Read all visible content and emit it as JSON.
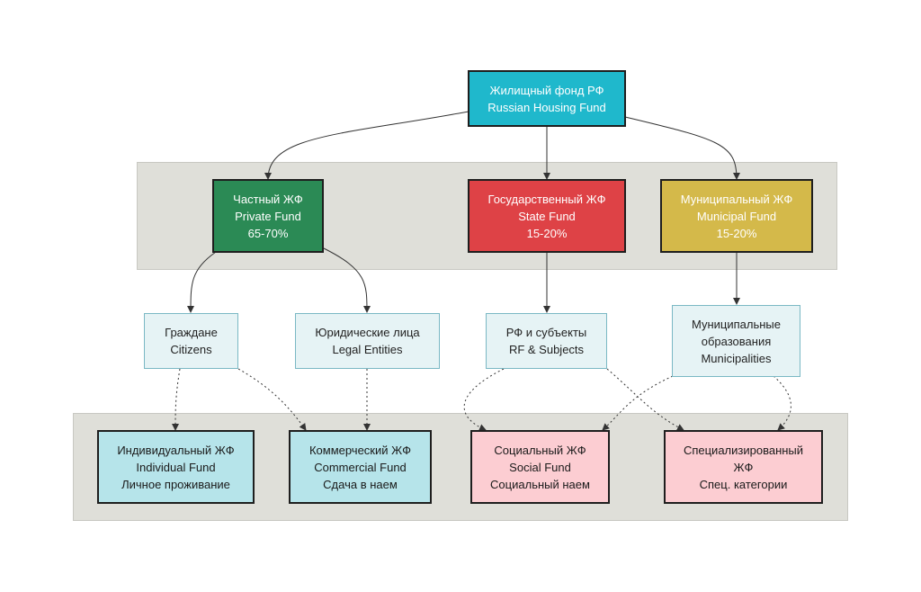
{
  "colors": {
    "root": "#1fb8cc",
    "private": "#2b8a55",
    "state": "#de4246",
    "municipal": "#d4b94a",
    "owner": "#e6f3f5",
    "usage_blue": "#b6e4ea",
    "usage_pink": "#fccdd2"
  },
  "root": {
    "lines": [
      "Жилищный фонд РФ",
      "Russian Housing Fund"
    ]
  },
  "ownership": {
    "private": {
      "lines": [
        "Частный ЖФ",
        "Private Fund",
        "65-70%"
      ]
    },
    "state": {
      "lines": [
        "Государственный ЖФ",
        "State Fund",
        "15-20%"
      ]
    },
    "municipal": {
      "lines": [
        "Муниципальный ЖФ",
        "Municipal Fund",
        "15-20%"
      ]
    }
  },
  "owners": {
    "citizens": {
      "lines": [
        "Граждане",
        "Citizens"
      ]
    },
    "legal": {
      "lines": [
        "Юридические лица",
        "Legal Entities"
      ]
    },
    "rf": {
      "lines": [
        "РФ и субъекты",
        "RF & Subjects"
      ]
    },
    "municipalities": {
      "lines": [
        "Муниципальные",
        "образования",
        "Municipalities"
      ]
    }
  },
  "usage": {
    "individual": {
      "lines": [
        "Индивидуальный ЖФ",
        "Individual Fund",
        "Личное проживание"
      ]
    },
    "commercial": {
      "lines": [
        "Коммерческий ЖФ",
        "Commercial Fund",
        "Сдача в наем"
      ]
    },
    "social": {
      "lines": [
        "Социальный ЖФ",
        "Social Fund",
        "Социальный наем"
      ]
    },
    "special": {
      "lines": [
        "Специализированный",
        "ЖФ",
        "Спец. категории"
      ]
    }
  }
}
